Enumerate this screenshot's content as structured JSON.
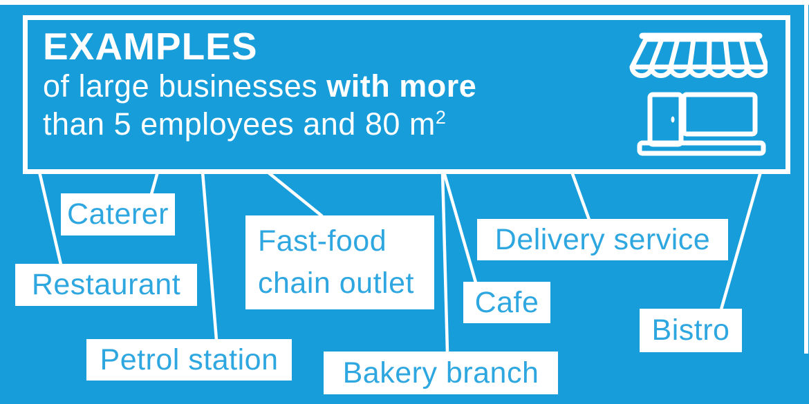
{
  "canvas": {
    "background_color": "#189DDB",
    "frame_color": "#FFFFFF"
  },
  "header": {
    "title": "EXAMPLES",
    "subtitle_regular": "of large businesses ",
    "subtitle_bold": "with more",
    "subtitle_line2": "than 5 employees and 80 m",
    "subtitle_superscript": "2",
    "icon": "storefront-icon"
  },
  "labels": [
    {
      "id": "caterer",
      "text": "Caterer"
    },
    {
      "id": "restaurant",
      "text": "Restaurant"
    },
    {
      "id": "fast-food-chain-outlet",
      "line1": "Fast-food",
      "line2": "chain outlet"
    },
    {
      "id": "petrol-station",
      "text": "Petrol station"
    },
    {
      "id": "cafe",
      "text": "Cafe"
    },
    {
      "id": "bakery-branch",
      "text": "Bakery branch"
    },
    {
      "id": "delivery-service",
      "text": "Delivery service"
    },
    {
      "id": "bistro",
      "text": "Bistro"
    }
  ],
  "colors": {
    "label_text": "#2EA7E0",
    "label_background": "#FFFFFF",
    "header_text": "#FFFFFF",
    "connector_line": "#FFFFFF"
  }
}
